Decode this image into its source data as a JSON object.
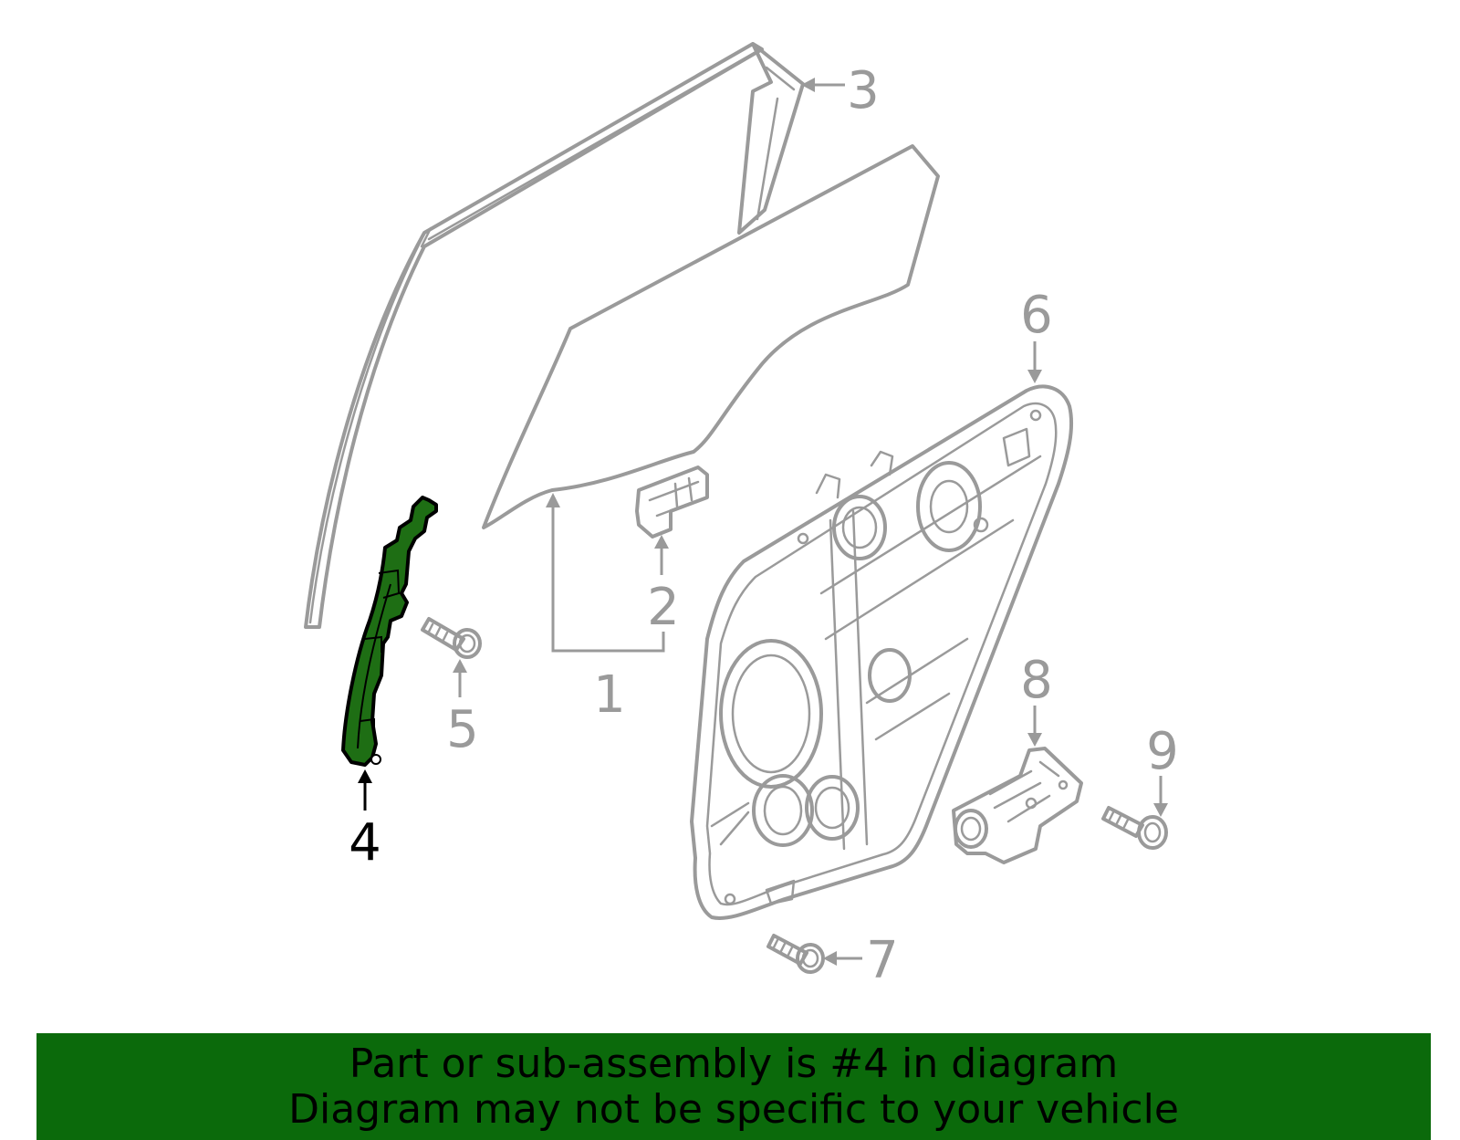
{
  "diagram": {
    "callouts": [
      {
        "number": "1",
        "highlighted": false
      },
      {
        "number": "2",
        "highlighted": false
      },
      {
        "number": "3",
        "highlighted": false
      },
      {
        "number": "4",
        "highlighted": true
      },
      {
        "number": "5",
        "highlighted": false
      },
      {
        "number": "6",
        "highlighted": false
      },
      {
        "number": "7",
        "highlighted": false
      },
      {
        "number": "8",
        "highlighted": false
      },
      {
        "number": "9",
        "highlighted": false
      }
    ],
    "colors": {
      "line_art": "#9a9a9a",
      "highlighted_part_fill": "#1e6e14",
      "highlighted_part_outline": "#000000",
      "highlighted_callout": "#000000"
    }
  },
  "banner": {
    "line1": "Part or sub-assembly is #4 in diagram",
    "line2": "Diagram may not be specific to your vehicle",
    "background": "#0b6a0b"
  }
}
